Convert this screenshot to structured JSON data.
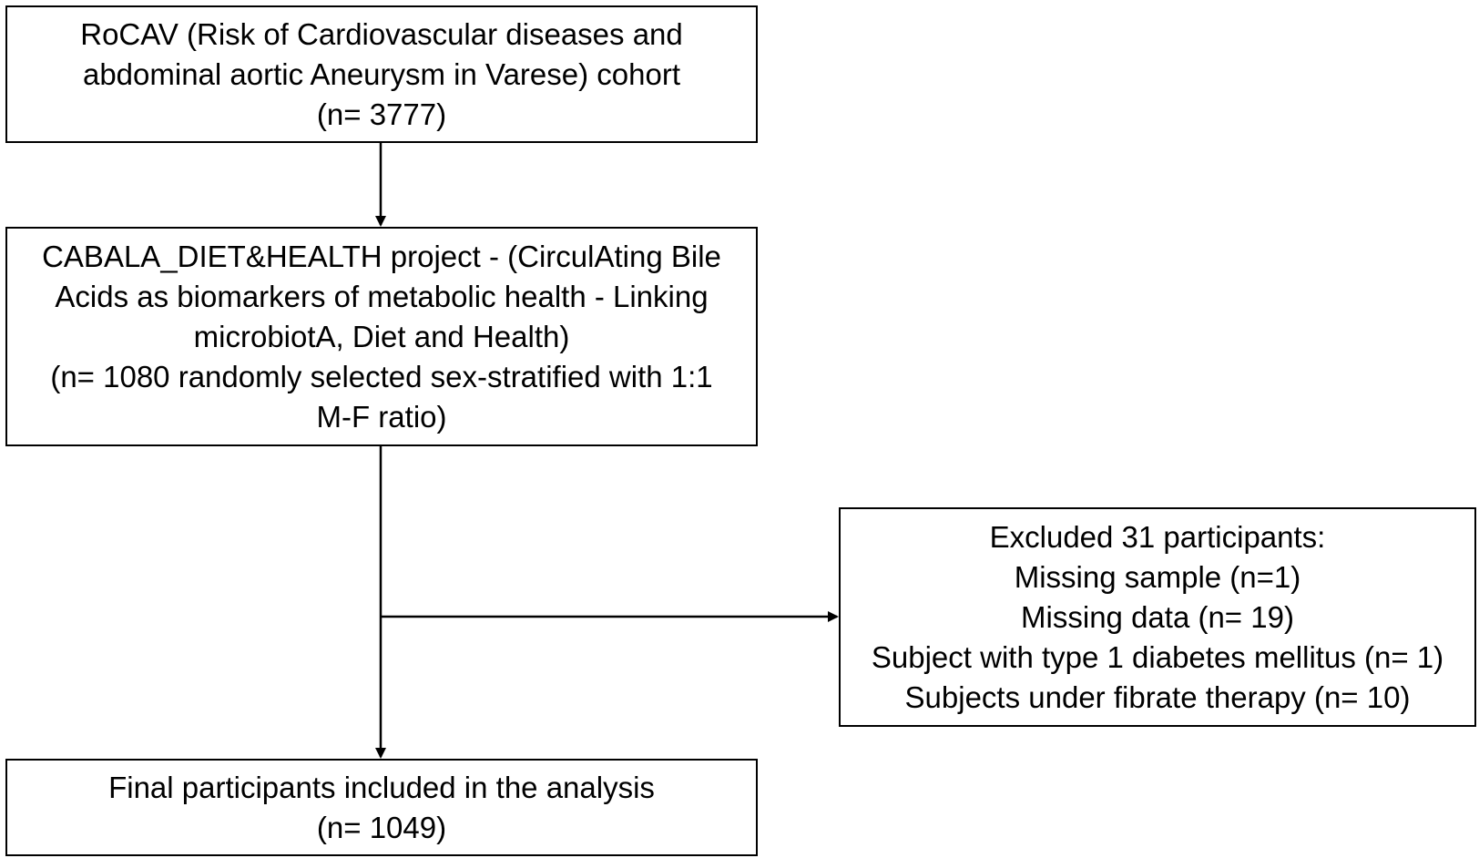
{
  "flowchart": {
    "cohort_box": {
      "lines": [
        "RoCAV (Risk of Cardiovascular diseases and",
        "abdominal aortic Aneurysm in Varese) cohort",
        "(n= 3777)"
      ]
    },
    "project_box": {
      "lines": [
        "CABALA_DIET&HEALTH project - (CirculAting Bile",
        "Acids as biomarkers of metabolic health - Linking",
        "microbiotA, Diet and Health)",
        "(n= 1080 randomly selected sex-stratified with 1:1",
        "M-F ratio)"
      ]
    },
    "excluded_box": {
      "lines": [
        "Excluded 31 participants:",
        "Missing sample (n=1)",
        "Missing data (n= 19)",
        "Subject with type 1 diabetes mellitus (n= 1)",
        "Subjects under fibrate therapy (n= 10)"
      ]
    },
    "final_box": {
      "lines": [
        "Final participants included in the analysis",
        "(n= 1049)"
      ]
    }
  },
  "colors": {
    "line": "#000000",
    "background": "#ffffff"
  }
}
